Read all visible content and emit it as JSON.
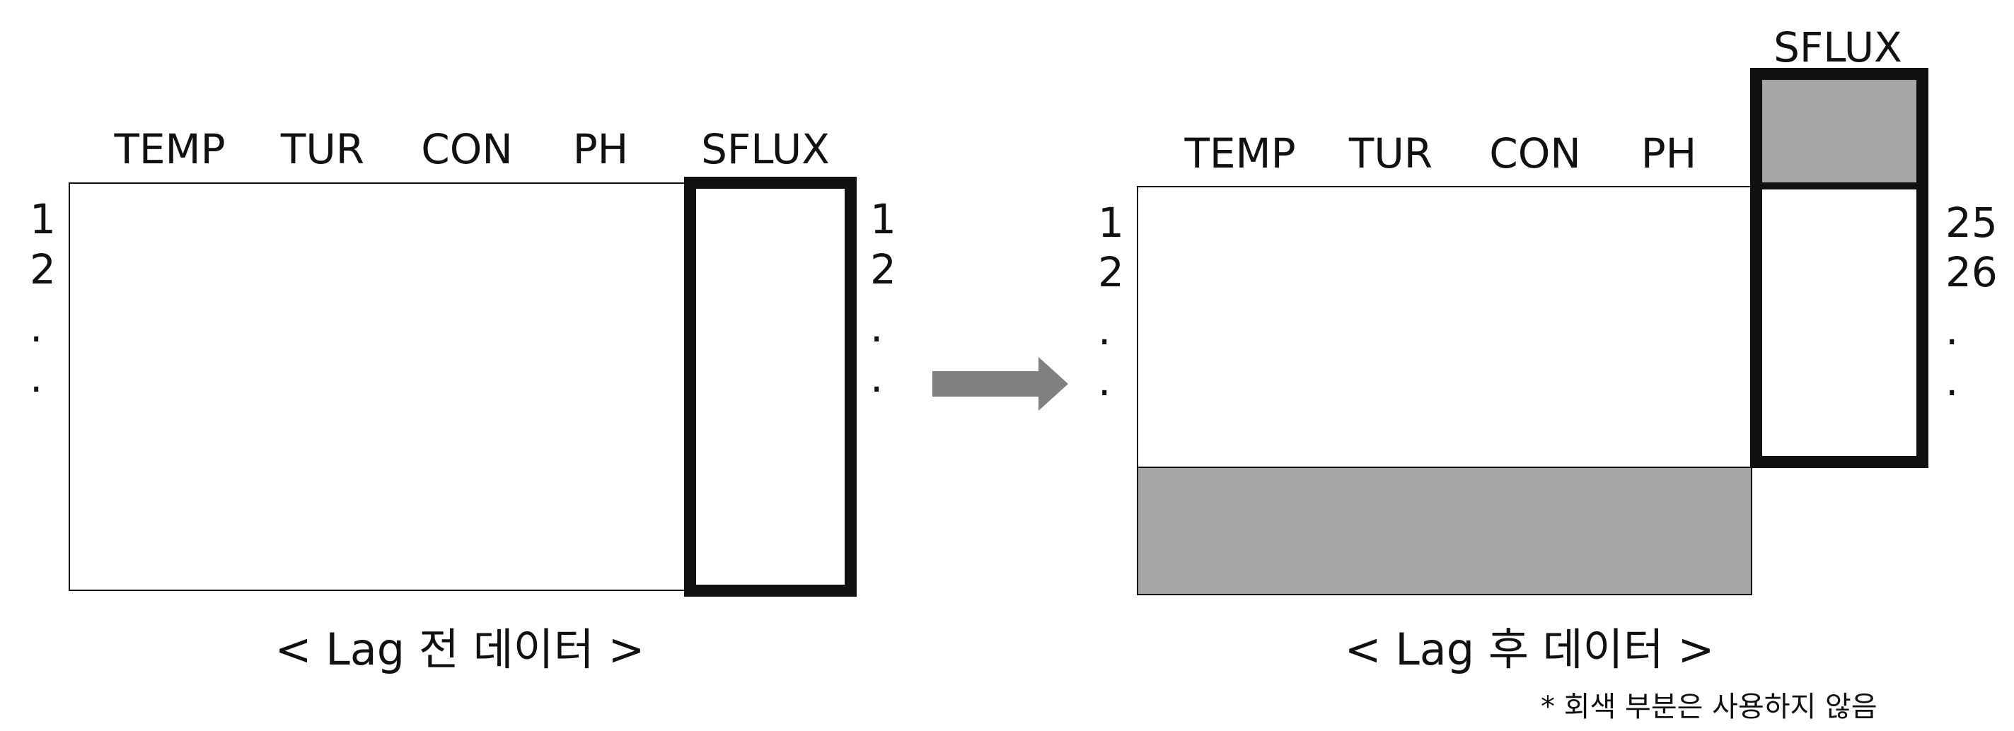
{
  "before": {
    "columns": [
      "TEMP",
      "TUR",
      "CON",
      "PH",
      "SFLUX"
    ],
    "row_labels_left": [
      "1",
      "2",
      ".",
      "."
    ],
    "row_labels_right": [
      "1",
      "2",
      ".",
      "."
    ],
    "caption": "< Lag 전 데이터 >"
  },
  "after": {
    "columns": [
      "TEMP",
      "TUR",
      "CON",
      "PH",
      "SFLUX"
    ],
    "row_labels_left": [
      "1",
      "2",
      ".",
      "."
    ],
    "row_labels_right": [
      "25",
      "26",
      ".",
      "."
    ],
    "caption": "< Lag 후 데이터 >"
  },
  "note": "* 회색 부분은 사용하지 않음",
  "colors": {
    "gray_fill": "#a6a6a6",
    "arrow": "#808080",
    "frame": "#111111"
  }
}
